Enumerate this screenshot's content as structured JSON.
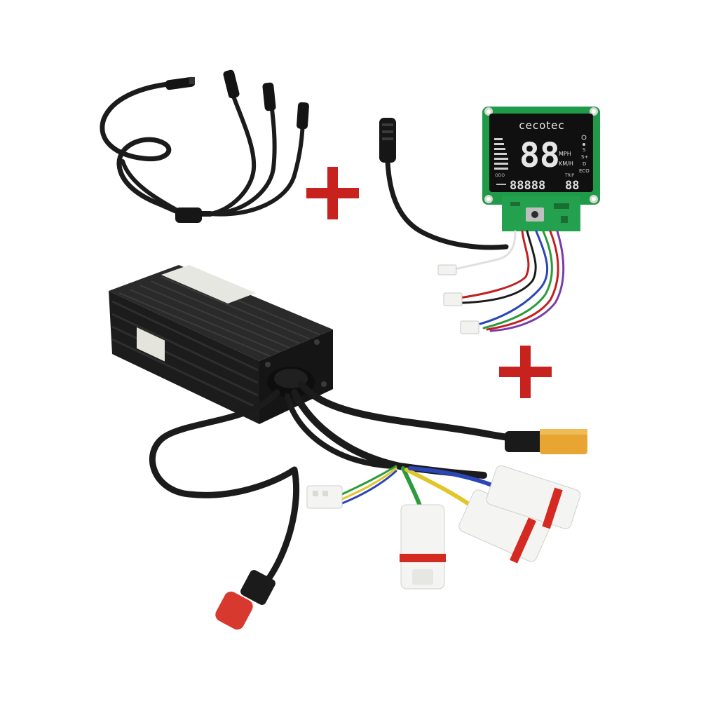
{
  "brand": {
    "logo_text": "cecotec"
  },
  "display": {
    "speed_digits": "88",
    "unit_mph": "MPH",
    "unit_kmh": "KM/H",
    "odo_label": "ODO",
    "trip_label": "TRIP",
    "odo_digits": "88888",
    "trip_digits": "88",
    "mode_s": "S",
    "mode_s_plus": "S+",
    "mode_d": "D",
    "mode_eco": "ECO"
  },
  "plus_signs": {
    "symbol": "+",
    "color": "#c8221e"
  },
  "colors": {
    "cable": "#1b1b1b",
    "controller_body": "#1e1e1e",
    "pcb_green": "#1f9a48",
    "connector_white": "#f4f4f2",
    "connector_red_ring": "#d42a22",
    "xt60_yellow": "#e8a531",
    "plug_red": "#d8392f"
  },
  "components": [
    {
      "name": "four-way-splitter-cable"
    },
    {
      "name": "lcd-display-panel"
    },
    {
      "name": "motor-controller"
    }
  ]
}
